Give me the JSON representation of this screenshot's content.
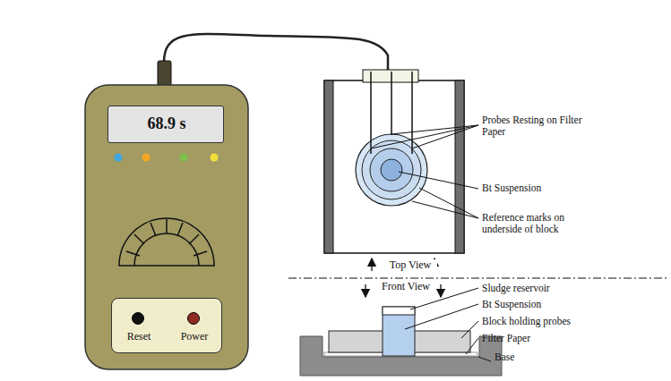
{
  "diagram": {
    "nodes": [
      {
        "text": [
          "68.9 s"
        ]
      },
      {
        "text": [
          "Reset",
          "Power"
        ]
      }
    ],
    "labels": [
      "Probes Resting on Filter Paper",
      "Bt Suspension",
      "Reference marks on underside of block",
      "Top View",
      "Front View",
      "Sludge reservoir",
      "Bt Suspension",
      "Block holding probes",
      "Filter Paper",
      "Base"
    ]
  }
}
